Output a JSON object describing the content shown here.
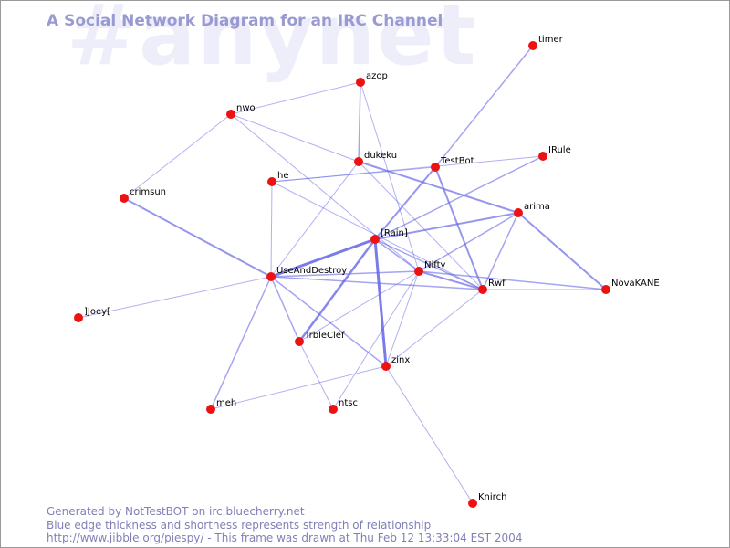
{
  "watermark": "#anynet",
  "title": "A Social Network Diagram for an IRC Channel",
  "footer": {
    "line1": "Generated by NotTestBOT on irc.bluecherry.net",
    "line2": "Blue edge thickness and shortness represents strength of relationship",
    "line3": "http://www.jibble.org/piespy/ - This frame was drawn at Thu Feb 12 13:33:04 EST 2004"
  },
  "colors": {
    "node": "#ee1111",
    "edge": "#6464e6",
    "watermark": "#eeeefb",
    "title": "#9a9ad2",
    "footer": "#8080b8"
  },
  "nodes": [
    {
      "id": "timer",
      "label": "timer"
    },
    {
      "id": "azop",
      "label": "azop"
    },
    {
      "id": "nwo",
      "label": "nwo"
    },
    {
      "id": "dukeku",
      "label": "dukeku"
    },
    {
      "id": "TestBot",
      "label": "TestBot"
    },
    {
      "id": "IRule",
      "label": "IRule"
    },
    {
      "id": "he",
      "label": "he"
    },
    {
      "id": "crimsun",
      "label": "crimsun"
    },
    {
      "id": "arima",
      "label": "arima"
    },
    {
      "id": "Rain",
      "label": "[Rain]"
    },
    {
      "id": "Nifty",
      "label": "Nifty"
    },
    {
      "id": "UseAndDestroy",
      "label": "UseAndDestroy"
    },
    {
      "id": "Rwf",
      "label": "Rwf"
    },
    {
      "id": "NovaKANE",
      "label": "NovaKANE"
    },
    {
      "id": "Joey",
      "label": "]Joey["
    },
    {
      "id": "TrbleClef",
      "label": "TrbleClef"
    },
    {
      "id": "zinx",
      "label": "zinx"
    },
    {
      "id": "meh",
      "label": "meh"
    },
    {
      "id": "ntsc",
      "label": "ntsc"
    },
    {
      "id": "Knirch",
      "label": "Knirch"
    }
  ],
  "edges": [
    {
      "from": "timer",
      "to": "TestBot",
      "weight": 1.5
    },
    {
      "from": "azop",
      "to": "nwo",
      "weight": 1
    },
    {
      "from": "azop",
      "to": "dukeku",
      "weight": 1.5
    },
    {
      "from": "azop",
      "to": "Nifty",
      "weight": 1
    },
    {
      "from": "nwo",
      "to": "crimsun",
      "weight": 1
    },
    {
      "from": "nwo",
      "to": "dukeku",
      "weight": 1
    },
    {
      "from": "nwo",
      "to": "Nifty",
      "weight": 1
    },
    {
      "from": "dukeku",
      "to": "UseAndDestroy",
      "weight": 1
    },
    {
      "from": "dukeku",
      "to": "arima",
      "weight": 2
    },
    {
      "from": "dukeku",
      "to": "Rwf",
      "weight": 1
    },
    {
      "from": "TestBot",
      "to": "he",
      "weight": 1
    },
    {
      "from": "TestBot",
      "to": "Rain",
      "weight": 2
    },
    {
      "from": "TestBot",
      "to": "Rwf",
      "weight": 2
    },
    {
      "from": "IRule",
      "to": "he",
      "weight": 1
    },
    {
      "from": "IRule",
      "to": "Rain",
      "weight": 1.5
    },
    {
      "from": "he",
      "to": "UseAndDestroy",
      "weight": 1
    },
    {
      "from": "he",
      "to": "Rwf",
      "weight": 1
    },
    {
      "from": "crimsun",
      "to": "UseAndDestroy",
      "weight": 2
    },
    {
      "from": "arima",
      "to": "Rain",
      "weight": 2
    },
    {
      "from": "arima",
      "to": "Nifty",
      "weight": 1.5
    },
    {
      "from": "arima",
      "to": "Rwf",
      "weight": 1.5
    },
    {
      "from": "arima",
      "to": "NovaKANE",
      "weight": 2
    },
    {
      "from": "Rain",
      "to": "UseAndDestroy",
      "weight": 3
    },
    {
      "from": "Rain",
      "to": "TrbleClef",
      "weight": 2.5
    },
    {
      "from": "Rain",
      "to": "zinx",
      "weight": 3
    },
    {
      "from": "Rain",
      "to": "Nifty",
      "weight": 1.5
    },
    {
      "from": "Rain",
      "to": "Rwf",
      "weight": 1.5
    },
    {
      "from": "Nifty",
      "to": "UseAndDestroy",
      "weight": 1.5
    },
    {
      "from": "Nifty",
      "to": "Rwf",
      "weight": 2
    },
    {
      "from": "Nifty",
      "to": "NovaKANE",
      "weight": 1.5
    },
    {
      "from": "Nifty",
      "to": "TrbleClef",
      "weight": 1
    },
    {
      "from": "Nifty",
      "to": "ntsc",
      "weight": 1
    },
    {
      "from": "Nifty",
      "to": "zinx",
      "weight": 1
    },
    {
      "from": "UseAndDestroy",
      "to": "Joey",
      "weight": 1
    },
    {
      "from": "UseAndDestroy",
      "to": "Rwf",
      "weight": 1.5
    },
    {
      "from": "UseAndDestroy",
      "to": "TrbleClef",
      "weight": 1.5
    },
    {
      "from": "UseAndDestroy",
      "to": "zinx",
      "weight": 1.5
    },
    {
      "from": "UseAndDestroy",
      "to": "meh",
      "weight": 1.5
    },
    {
      "from": "Rwf",
      "to": "NovaKANE",
      "weight": 1
    },
    {
      "from": "Rwf",
      "to": "zinx",
      "weight": 1
    },
    {
      "from": "TrbleClef",
      "to": "ntsc",
      "weight": 1
    },
    {
      "from": "zinx",
      "to": "meh",
      "weight": 1
    },
    {
      "from": "zinx",
      "to": "Knirch",
      "weight": 1
    }
  ]
}
